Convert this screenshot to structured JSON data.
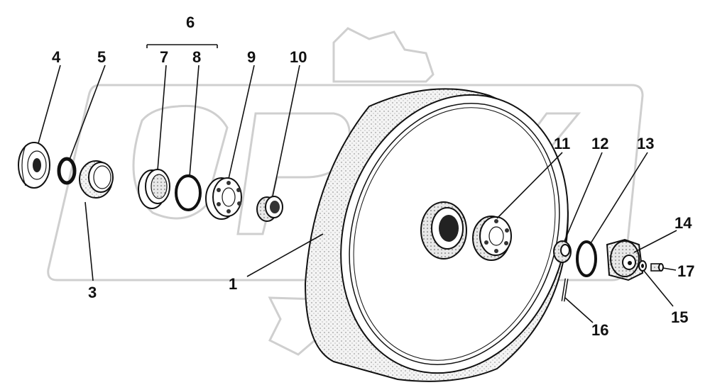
{
  "callouts": [
    {
      "id": "c1",
      "text": "1"
    },
    {
      "id": "c3",
      "text": "3"
    },
    {
      "id": "c4",
      "text": "4"
    },
    {
      "id": "c5",
      "text": "5"
    },
    {
      "id": "c6",
      "text": "6"
    },
    {
      "id": "c7",
      "text": "7"
    },
    {
      "id": "c8",
      "text": "8"
    },
    {
      "id": "c9",
      "text": "9"
    },
    {
      "id": "c10",
      "text": "10"
    },
    {
      "id": "c11",
      "text": "11"
    },
    {
      "id": "c12",
      "text": "12"
    },
    {
      "id": "c13",
      "text": "13"
    },
    {
      "id": "c14",
      "text": "14"
    },
    {
      "id": "c15",
      "text": "15"
    },
    {
      "id": "c16",
      "text": "16"
    },
    {
      "id": "c17",
      "text": "17"
    }
  ],
  "watermark": {
    "name": "opex-logo-watermark",
    "color": "#cfcfcf"
  },
  "colors": {
    "line": "#111111",
    "background": "#ffffff"
  }
}
